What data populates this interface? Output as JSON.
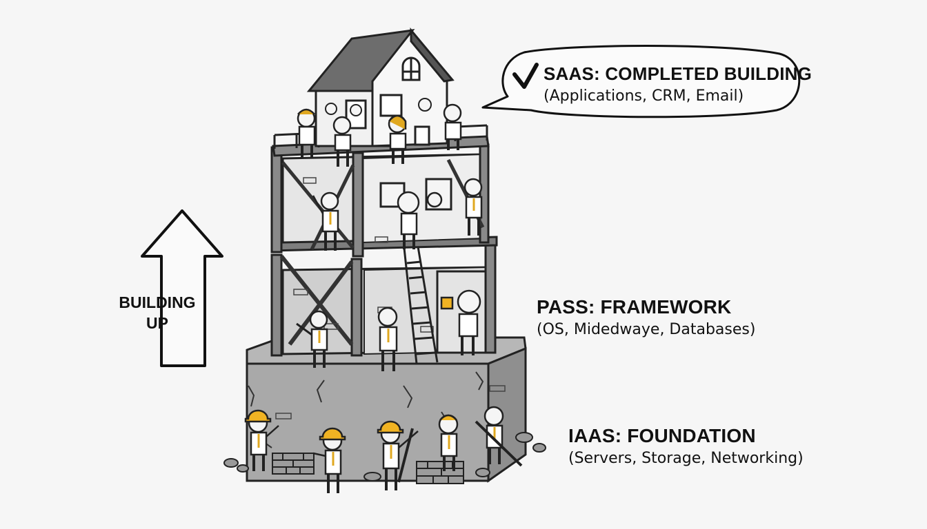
{
  "arrow": {
    "line1": "BUILDING",
    "line2": "UP"
  },
  "layers": {
    "saas": {
      "title": "SAAS: COMPLETED BUILDING",
      "subtitle": "(Applications, CRM, Email)",
      "icon": "checkmark-icon"
    },
    "paas": {
      "title": "PASS: FRAMEWORK",
      "subtitle": "(OS, Midedwaye, Databases)"
    },
    "iaas": {
      "title": "IAAS: FOUNDATION",
      "subtitle": "(Servers, Storage, Networking)"
    }
  },
  "colors": {
    "ink": "#111111",
    "concrete": "#a9a9a9",
    "wall": "#ececec",
    "roof": "#6d6d6d",
    "hardhat": "#f0b323",
    "tie": "#e0a820",
    "background": "#f6f6f6"
  }
}
